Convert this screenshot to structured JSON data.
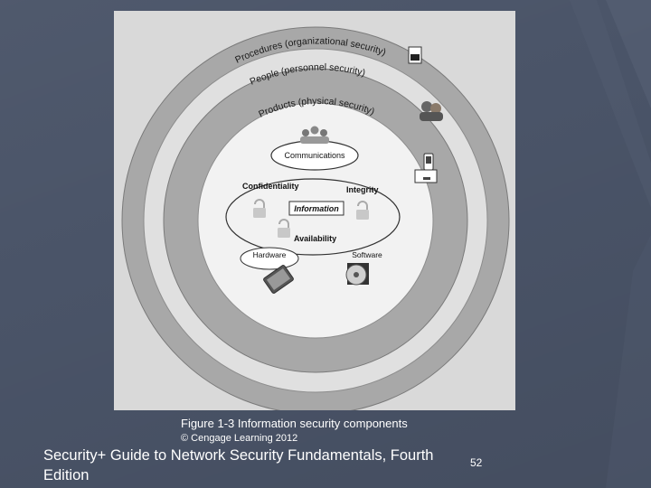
{
  "slide": {
    "background_color": "#4a5468",
    "page_number": "52",
    "footer_title": "Security+ Guide to Network Security Fundamentals, Fourth Edition"
  },
  "figure": {
    "caption": "Figure 1-3 Information security components",
    "credit": "© Cengage Learning 2012",
    "ring_labels": {
      "procedures": "Procedures (organizational security)",
      "people": "People (personnel security)",
      "products": "Products (physical security)"
    },
    "inner": {
      "communications": "Communications",
      "confidentiality": "Confidentiality",
      "integrity": "Integrity",
      "information": "Information",
      "availability": "Availability",
      "hardware": "Hardware",
      "software": "Software"
    },
    "icons": [
      "document-icon",
      "people-icon",
      "phone-icon",
      "group-icon",
      "lock-icon",
      "tablet-icon",
      "cd-icon"
    ]
  }
}
